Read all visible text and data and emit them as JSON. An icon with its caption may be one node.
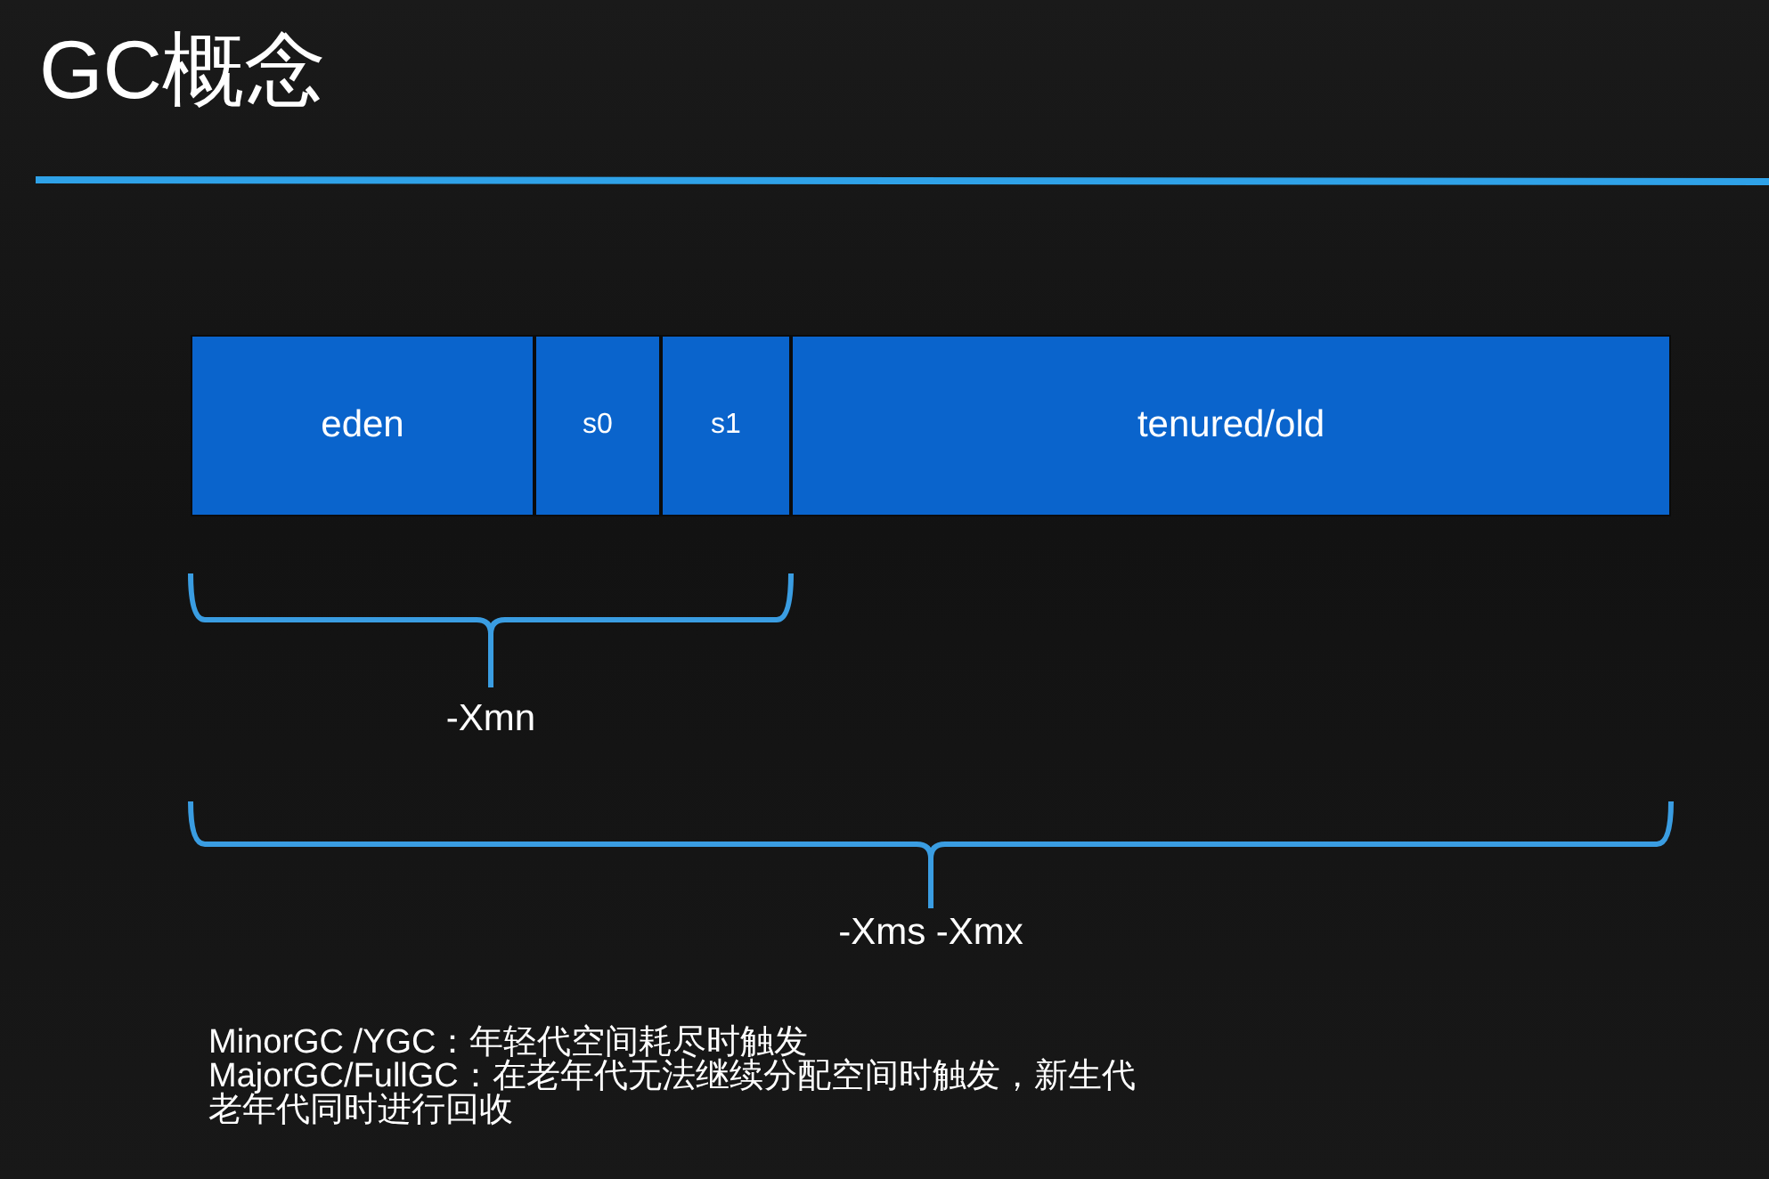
{
  "diagram": {
    "title": "GC概念",
    "nodes": [
      {
        "text": [
          "eden"
        ]
      },
      {
        "text": [
          "s0"
        ]
      },
      {
        "text": [
          "s1"
        ]
      },
      {
        "text": [
          "tenured/old"
        ]
      }
    ],
    "labels": [
      "-Xmn",
      "-Xms -Xmx",
      "MinorGC /YGC：年轻代空间耗尽时触发",
      "MajorGC/FullGC：在老年代无法继续分配空间时触发，新生代老年代同时进行回收"
    ]
  }
}
